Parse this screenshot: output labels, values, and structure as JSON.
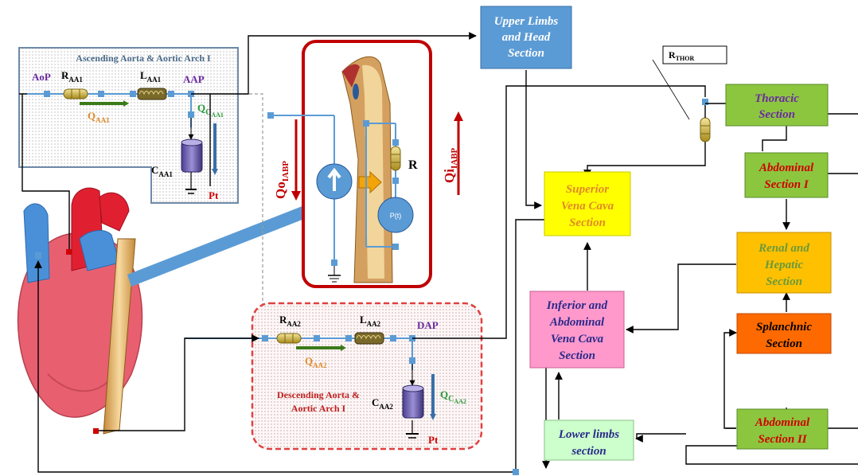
{
  "sections": {
    "upper_limbs": [
      "Upper Limbs",
      "and Head",
      "Section"
    ],
    "thoracic": [
      "Thoracic",
      "Section"
    ],
    "abdominal_1": [
      "Abdominal",
      "Section I"
    ],
    "superior_vc": [
      "Superior",
      "Vena Cava",
      "Section"
    ],
    "renal_hepatic": [
      "Renal and",
      "Hepatic",
      "Section"
    ],
    "splanchnic": [
      "Splanchnic",
      "Section"
    ],
    "inferior_vc": [
      "Inferior and",
      "Abdominal",
      "Vena Cava",
      "Section"
    ],
    "abdominal_2": [
      "Abdominal",
      "Section II"
    ],
    "lower_limbs": [
      "Lower limbs",
      "section"
    ]
  },
  "r_thor": {
    "main": "R",
    "sub": "THOR"
  },
  "ascending": {
    "title": "Ascending Aorta & Aortic Arch I",
    "aop": "AoP",
    "r_main": "R",
    "r_sub": "AA1",
    "l_main": "L",
    "l_sub": "AA1",
    "aap": "AAP",
    "q_main": "Q",
    "q_sub": "AA1",
    "qc_main": "Q",
    "qc_c": "C",
    "qc_sub": "AA1",
    "c_main": "C",
    "c_sub": "AA1",
    "pt": "Pt"
  },
  "descending": {
    "title": [
      "Descending Aorta &",
      "Aortic Arch I"
    ],
    "r_main": "R",
    "r_sub": "AA2",
    "l_main": "L",
    "l_sub": "AA2",
    "dap": "DAP",
    "q_main": "Q",
    "q_sub": "AA2",
    "qc_main": "Q",
    "qc_c": "C",
    "qc_sub": "AA2",
    "c_main": "C",
    "c_sub": "AA2",
    "pt": "Pt"
  },
  "iabp": {
    "qo_main": "Qo",
    "qo_sub": "IABP",
    "qi_main": "Qi",
    "qi_sub": "IABP",
    "r": "R",
    "pt_source": "P(t)"
  },
  "colors": {
    "upper_limbs": "#5b9bd5",
    "thoracic": "#8cc63f",
    "abdominal": "#8cc63f",
    "superior_vc": "#ffff00",
    "renal_hepatic": "#ffc000",
    "splanchnic": "#ff6a00",
    "inferior_vc": "#ff99cc",
    "lower_limbs": "#ccffcc",
    "iabp_border": "#c00000",
    "dashed_border": "#e04040",
    "node": "#5b9bd5"
  }
}
